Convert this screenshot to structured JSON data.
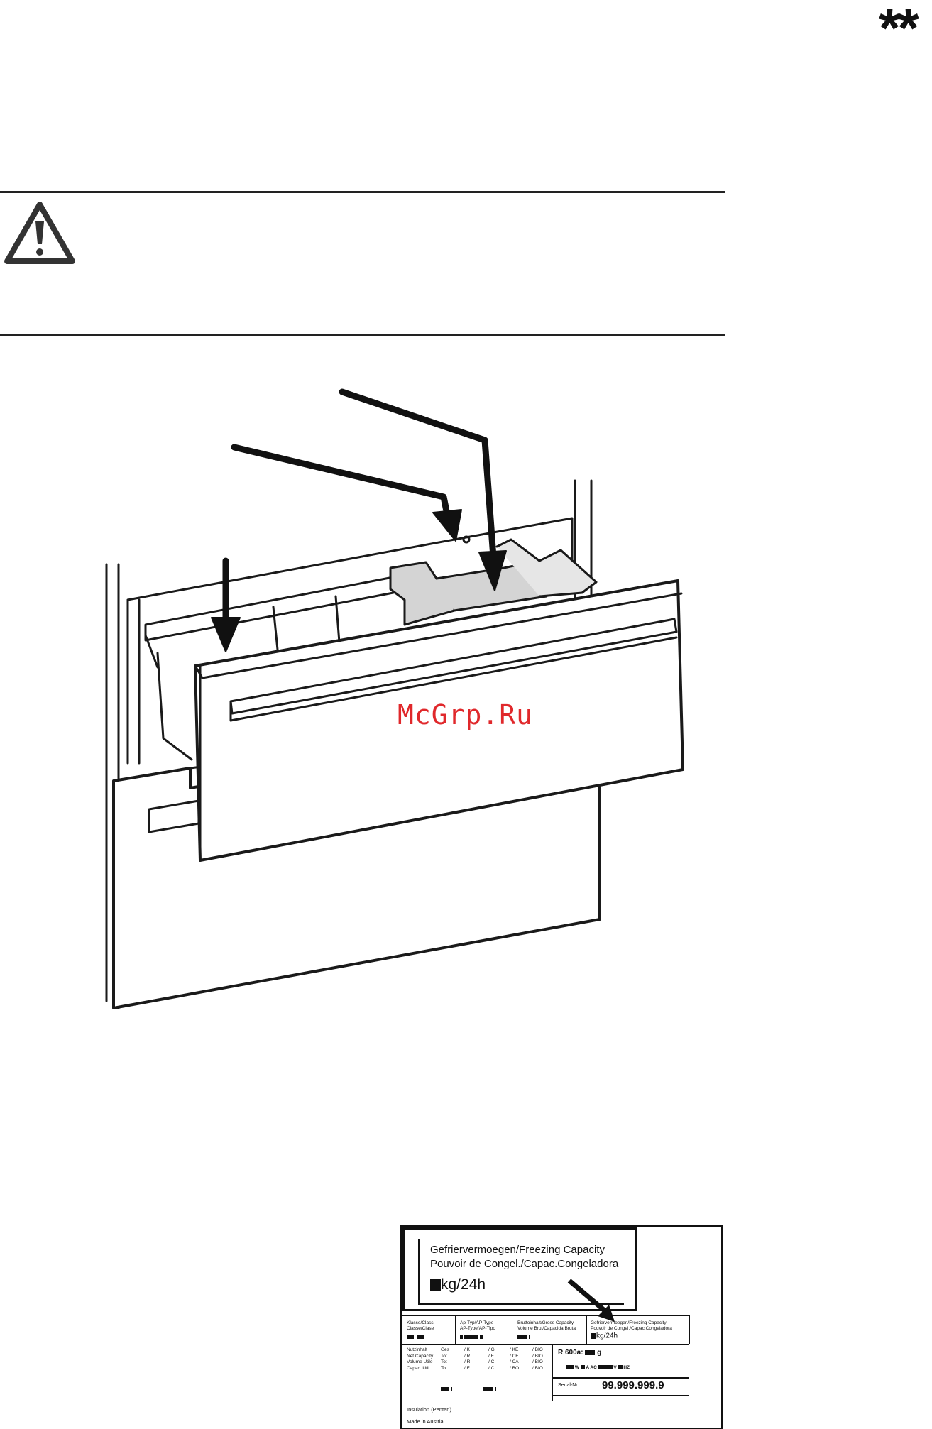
{
  "page_marker": "**",
  "watermark": "McGrp.Ru",
  "rating_plate": {
    "callout": {
      "line1": "Gefriervermoegen/Freezing Capacity",
      "line2": "Pouvoir de Congel./Capac.Congeladora",
      "unit": "kg/24h"
    },
    "cells": {
      "klasse_label1": "Klasse/Class",
      "klasse_label2": "Classe/Clase",
      "klasse_value": "–",
      "aptype_label1": "Ap-Typ/AP-Type",
      "aptype_label2": "AP-Type/AP-Tipo",
      "brutto_label1": "Bruttoinhalt/Gross Capacity",
      "brutto_label2": "Volume Brut/Capacida Bruta",
      "gefrier_label1": "Gefriervermoegen/Freezing Capacity",
      "gefrier_label2": "Pouvoir de Congel./Capac.Congeladora",
      "gefrier_unit": "kg/24h"
    },
    "net_capacity": {
      "labels": [
        "Nutzinhalt",
        "Net.Capacity",
        "Volume Utile",
        "Capac. Util"
      ],
      "col1": [
        "Ges",
        "Tot",
        "Tot",
        "Tot"
      ],
      "col2": [
        "/ K",
        "/ R",
        "/ R",
        "/ F"
      ],
      "col3": [
        "/ G",
        "/ F",
        "/ C",
        "/ C"
      ],
      "col4": [
        "/ KE",
        "/ CE",
        "/ CA",
        "/ BO"
      ],
      "col5": [
        "/ BIO",
        "/ BIO",
        "/ BIO",
        "/ BIO"
      ]
    },
    "refrigerant_prefix": "R 600a:",
    "refrigerant_unit": "g",
    "electrical": {
      "w": "W",
      "a": "A",
      "ac": "AC",
      "v": "V",
      "hz": "HZ"
    },
    "serial_label": "Serial-Nr.",
    "serial_value": "99.999.999.9",
    "insulation": "Insulation (Pentan)",
    "made_in": "Made in Austria"
  }
}
